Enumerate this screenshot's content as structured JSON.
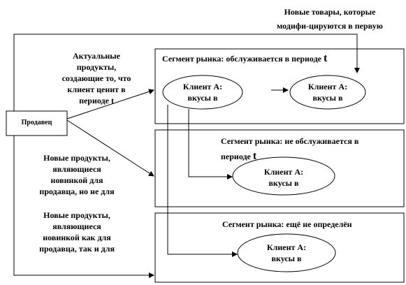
{
  "top_note": {
    "line1": "Новые товары, которые",
    "line2": "модифи-цируются в первую"
  },
  "seller": {
    "label": "Продавец"
  },
  "left_labels": {
    "actual": [
      "Актуальные",
      "продукты,",
      "создающие  то, что",
      "клиент ценит в",
      "периоде t"
    ],
    "new_seller": [
      "Новые продукты,",
      "являющиеся",
      "новинкой для",
      "продавца, но не для"
    ],
    "new_both": [
      "Новые продукты,",
      "являющиеся",
      "новинкой как для",
      "продавца, так и для"
    ]
  },
  "segments": [
    {
      "title": "Сегмент рынка: обслуживается в периоде",
      "t": "t"
    },
    {
      "title_line1": "Сегмент рынка: не  обслуживается  в",
      "title_line2": "периоде",
      "t": "t"
    },
    {
      "title": "Сегмент рынка: ещё не определён"
    }
  ],
  "clients": {
    "line1": "Клиент А:",
    "line2": "вкусы в"
  }
}
